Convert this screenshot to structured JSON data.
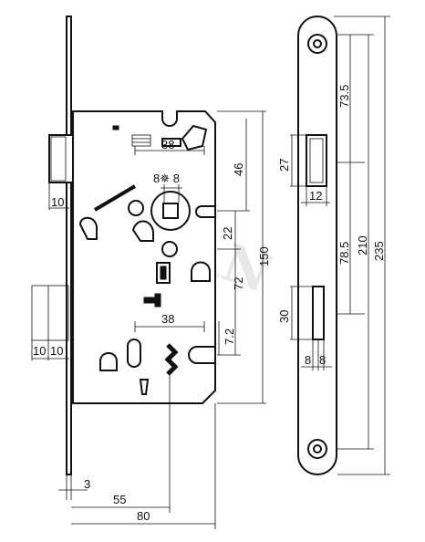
{
  "watermark": {
    "text": "BUSAN"
  },
  "front_view": {
    "dims": {
      "d38_top": "38",
      "d8x8": "8✵ 8",
      "d46": "46",
      "d22": "22",
      "d150": "150",
      "d72": "72",
      "d7_2": "7.2",
      "d38_bottom": "38",
      "d10_latch": "10",
      "d10_bolt_a": "10",
      "d10_bolt_b": "10",
      "d3": "3",
      "d55": "55",
      "d80": "80"
    }
  },
  "side_view": {
    "dims": {
      "d73_5": "73.5",
      "d27": "27",
      "d12": "12",
      "d78_5": "78.5",
      "d210": "210",
      "d235": "235",
      "d30": "30",
      "d8_a": "8",
      "d8_b": "8"
    }
  }
}
